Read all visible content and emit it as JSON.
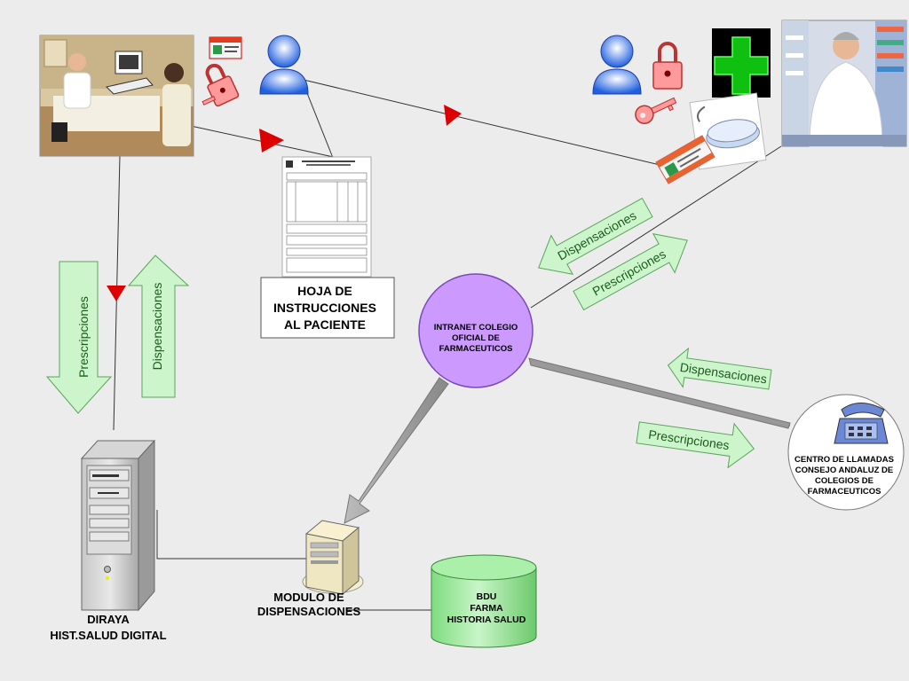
{
  "nodes": {
    "diraya": {
      "line1": "DIRAYA",
      "line2": "HIST.SALUD DIGITAL"
    },
    "modulo": {
      "line1": "MODULO DE",
      "line2": "DISPENSACIONES"
    },
    "bdu": {
      "line1": "BDU",
      "line2": "FARMA",
      "line3": "HISTORIA SALUD"
    },
    "intranet": {
      "line1": "INTRANET COLEGIO",
      "line2": "OFICIAL DE",
      "line3": "FARMACEUTICOS"
    },
    "centro": {
      "line1": "CENTRO DE LLAMADAS",
      "line2": "CONSEJO ANDALUZ DE",
      "line3": "COLEGIOS DE",
      "line4": "FARMACEUTICOS"
    },
    "hoja": {
      "line1": "HOJA DE",
      "line2": "INSTRUCCIONES",
      "line3": "AL PACIENTE"
    }
  },
  "flows": {
    "left_down": "Prescripciones",
    "left_up": "Dispensaciones",
    "top_left": "Dispensaciones",
    "top_right": "Prescripciones",
    "right_left": "Dispensaciones",
    "right_right": "Prescripciones"
  },
  "icons": {
    "doctor_photo": "doctor-office-photo",
    "pharmacist_photo": "pharmacist-photo",
    "pharmacy_cross": "pharmacy-cross-icon",
    "phone": "telephone-icon",
    "user": "user-icon",
    "lock": "padlock-icon",
    "key": "key-icon",
    "card": "id-card-icon",
    "reader": "card-reader-icon",
    "server": "server-icon",
    "tower": "tower-computer-icon",
    "database": "database-icon",
    "document": "prescription-form-icon"
  },
  "colors": {
    "arrow_fill": "#ccf5cc",
    "arrow_stroke": "#5aa55a",
    "intranet_fill": "#cc99ff",
    "db_fill": "#99ee99",
    "red_marker": "#dd0000"
  }
}
